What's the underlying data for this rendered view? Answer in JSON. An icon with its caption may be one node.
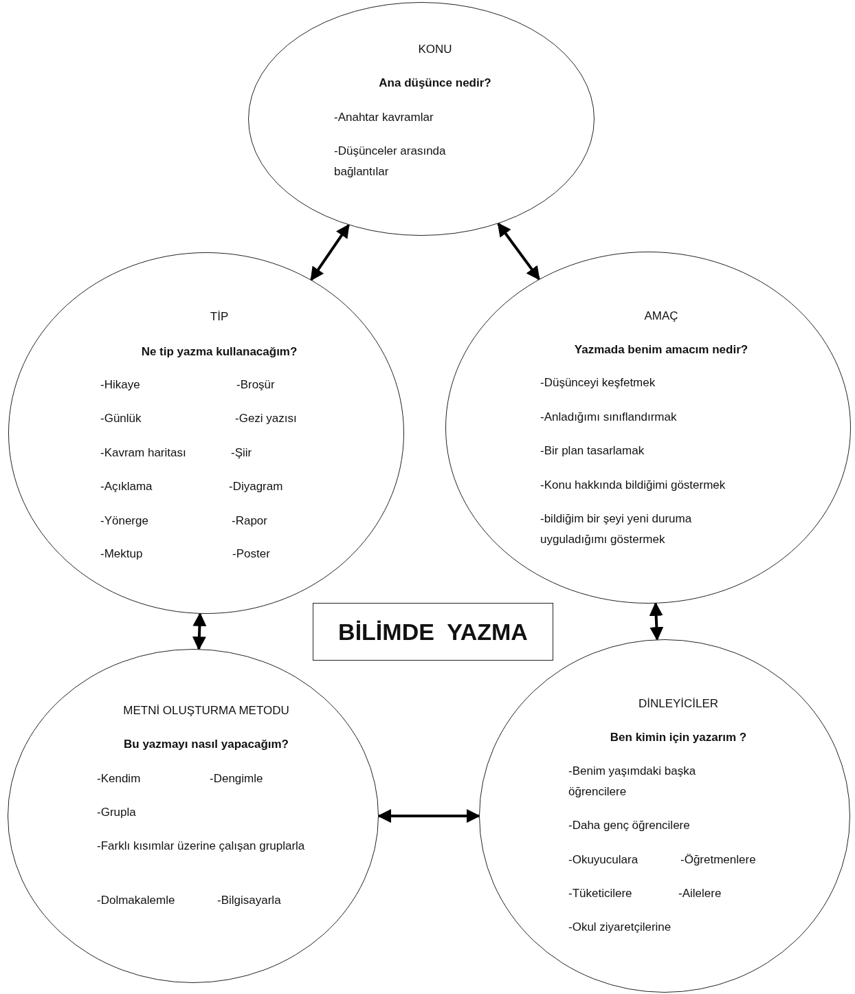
{
  "diagram": {
    "nodes": [
      {
        "text": [
          "KONU",
          "Ana düşünce nedir?",
          "-Anahtar kavramlar",
          "-Düşünceler arasında bağlantılar"
        ]
      },
      {
        "text": [
          "TİP",
          "Ne tip yazma kullanacağım?",
          "-Hikaye",
          "-Broşür",
          "-Günlük",
          "-Gezi yazısı",
          "-Kavram haritası",
          "-Şiir",
          "-Açıklama",
          "-Diyagram",
          "-Yönerge",
          "-Rapor",
          "-Mektup",
          "-Poster"
        ]
      },
      {
        "text": [
          "AMAÇ",
          "Yazmada benim amacım nedir?",
          "-Düşünceyi keşfetmek",
          "-Anladığımı sınıflandırmak",
          "-Bir plan tasarlamak",
          "-Konu hakkında bildiğimi göstermek",
          "-bildiğim bir şeyi yeni duruma uyguladığımı göstermek"
        ]
      },
      {
        "text": [
          "BİLİMDE  YAZMA"
        ]
      },
      {
        "text": [
          "METNİ OLUŞTURMA METODU",
          "Bu yazmayı nasıl yapacağım?",
          "-Kendim",
          "-Dengimle",
          "-Grupla",
          "-Farklı kısımlar üzerine  çalışan gruplarla",
          "-Dolmakalemle",
          "-Bilgisayarla"
        ]
      },
      {
        "text": [
          "DİNLEYİCİLER",
          "Ben kimin için yazarım ?",
          "-Benim yaşımdaki başka öğrencilere",
          "-Daha genç öğrencilere",
          "-Okuyuculara",
          "-Öğretmenlere",
          "-Tüketicilere",
          "-Ailelere",
          "-Okul ziyaretçilerine"
        ]
      }
    ],
    "edges": [
      {
        "from": 0,
        "to": 1,
        "arrow": "both"
      },
      {
        "from": 0,
        "to": 2,
        "arrow": "both"
      },
      {
        "from": 1,
        "to": 4,
        "arrow": "both"
      },
      {
        "from": 2,
        "to": 5,
        "arrow": "both"
      },
      {
        "from": 4,
        "to": 5,
        "arrow": "both"
      }
    ]
  }
}
